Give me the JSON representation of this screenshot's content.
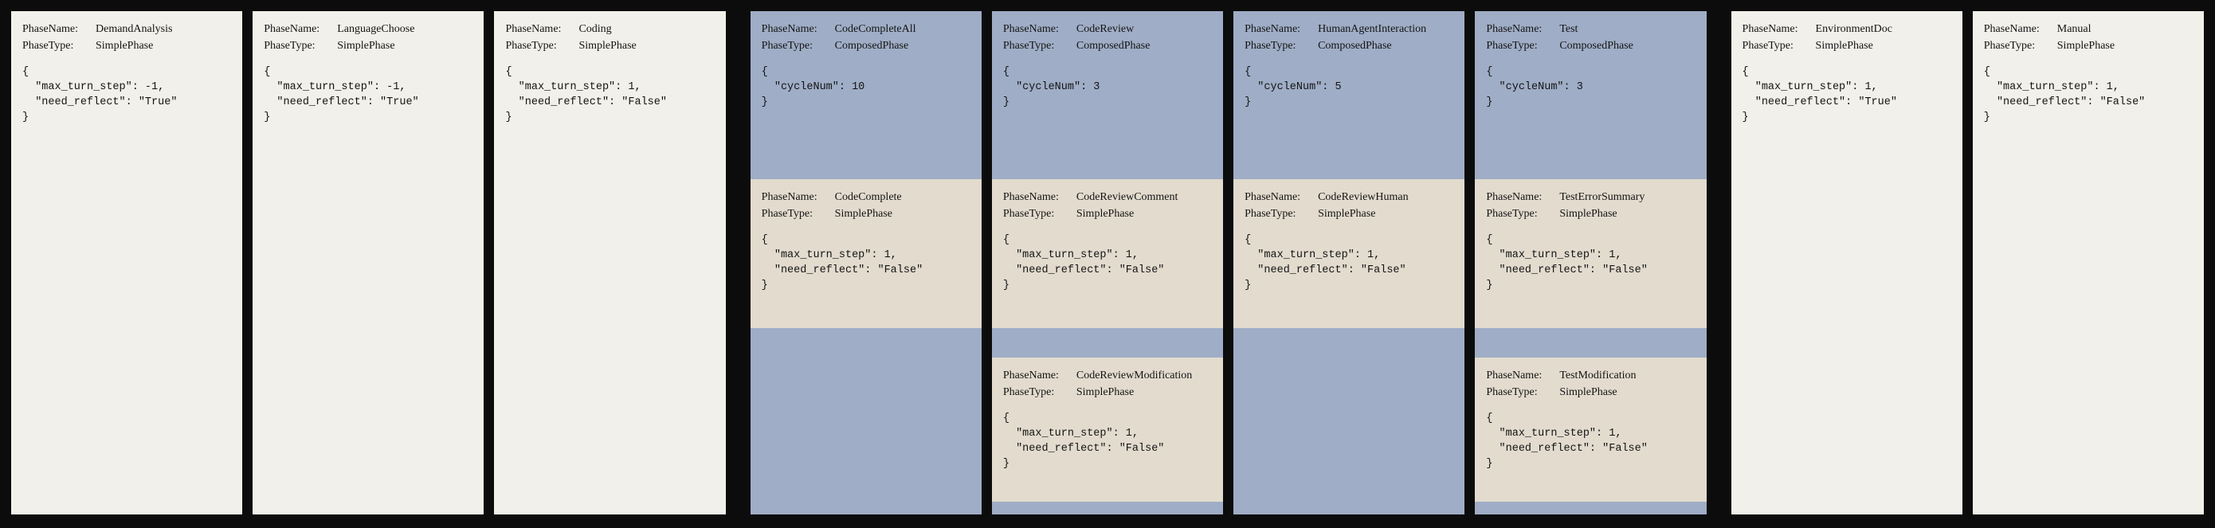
{
  "labels": {
    "phase_name": "PhaseName:",
    "phase_type": "PhaseType:"
  },
  "colors": {
    "background": "#0c0c0c",
    "simple_phase_bg": "#f1f0ea",
    "composed_phase_bg": "#9fadc6",
    "subphase_bg": "#e2dbce",
    "text": "#141414"
  },
  "columns": [
    {
      "kind": "simple",
      "name": "DemandAnalysis",
      "ptype": "SimplePhase",
      "json": "{\n  \"max_turn_step\": -1,\n  \"need_reflect\": \"True\"\n}"
    },
    {
      "kind": "simple",
      "name": "LanguageChoose",
      "ptype": "SimplePhase",
      "json": "{\n  \"max_turn_step\": -1,\n  \"need_reflect\": \"True\"\n}"
    },
    {
      "kind": "simple",
      "name": "Coding",
      "ptype": "SimplePhase",
      "json": "{\n  \"max_turn_step\": 1,\n  \"need_reflect\": \"False\"\n}"
    },
    {
      "kind": "composed",
      "name": "CodeCompleteAll",
      "ptype": "ComposedPhase",
      "json": "{\n  \"cycleNum\": 10\n}",
      "subphases": [
        {
          "name": "CodeComplete",
          "ptype": "SimplePhase",
          "json": "{\n  \"max_turn_step\": 1,\n  \"need_reflect\": \"False\"\n}"
        }
      ]
    },
    {
      "kind": "composed",
      "name": "CodeReview",
      "ptype": "ComposedPhase",
      "json": "{\n  \"cycleNum\": 3\n}",
      "subphases": [
        {
          "name": "CodeReviewComment",
          "ptype": "SimplePhase",
          "json": "{\n  \"max_turn_step\": 1,\n  \"need_reflect\": \"False\"\n}"
        },
        {
          "name": "CodeReviewModification",
          "ptype": "SimplePhase",
          "json": "{\n  \"max_turn_step\": 1,\n  \"need_reflect\": \"False\"\n}"
        }
      ]
    },
    {
      "kind": "composed",
      "name": "HumanAgentInteraction",
      "ptype": "ComposedPhase",
      "json": "{\n  \"cycleNum\": 5\n}",
      "subphases": [
        {
          "name": "CodeReviewHuman",
          "ptype": "SimplePhase",
          "json": "{\n  \"max_turn_step\": 1,\n  \"need_reflect\": \"False\"\n}"
        }
      ]
    },
    {
      "kind": "composed",
      "name": "Test",
      "ptype": "ComposedPhase",
      "json": "{\n  \"cycleNum\": 3\n}",
      "subphases": [
        {
          "name": "TestErrorSummary",
          "ptype": "SimplePhase",
          "json": "{\n  \"max_turn_step\": 1,\n  \"need_reflect\": \"False\"\n}"
        },
        {
          "name": "TestModification",
          "ptype": "SimplePhase",
          "json": "{\n  \"max_turn_step\": 1,\n  \"need_reflect\": \"False\"\n}"
        }
      ]
    },
    {
      "kind": "simple",
      "name": "EnvironmentDoc",
      "ptype": "SimplePhase",
      "json": "{\n  \"max_turn_step\": 1,\n  \"need_reflect\": \"True\"\n}"
    },
    {
      "kind": "simple",
      "name": "Manual",
      "ptype": "SimplePhase",
      "json": "{\n  \"max_turn_step\": 1,\n  \"need_reflect\": \"False\"\n}"
    }
  ]
}
